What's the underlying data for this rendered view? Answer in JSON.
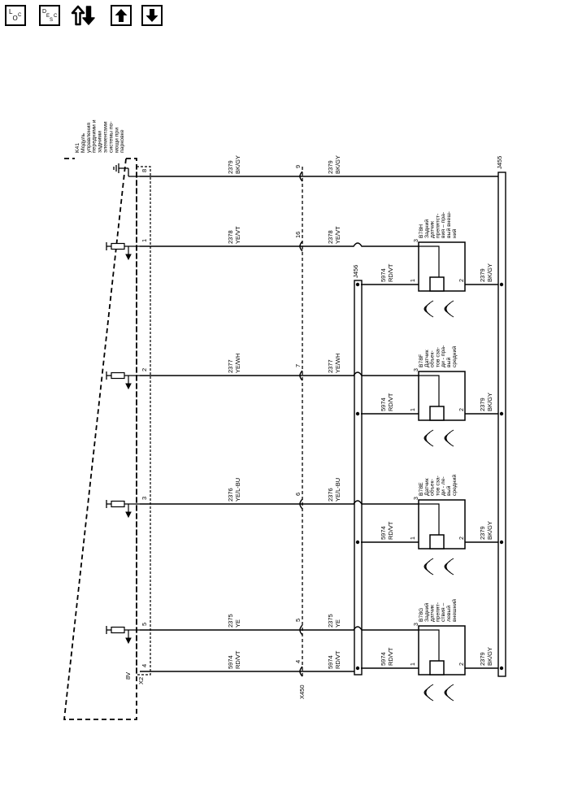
{
  "toolbar": {
    "buttons": [
      {
        "name": "location-button",
        "icon": "loc-icon",
        "glyphs": [
          "L",
          "O",
          "C"
        ]
      },
      {
        "name": "description-button",
        "icon": "desc-icon",
        "glyphs": [
          "D",
          "E",
          "S",
          "C"
        ]
      },
      {
        "name": "connector-button",
        "icon": "connector-up-down-icon"
      },
      {
        "name": "page-up-button",
        "icon": "arrow-up-icon"
      },
      {
        "name": "page-down-button",
        "icon": "arrow-down-icon"
      }
    ]
  },
  "module": {
    "lines": [
      "K41",
      "Модуль",
      "управления",
      "передними и",
      "задними",
      "элементами",
      "системы по-",
      "мощи при",
      "парковке"
    ],
    "connector": "X2",
    "voltage": "8V"
  },
  "inline_connector": {
    "name": "X450"
  },
  "splices": {
    "ground": "J455",
    "signal": "J456"
  },
  "circuits": [
    {
      "pin": "8",
      "wire": "2379",
      "color": "BK/GY",
      "inline_pin": "9"
    },
    {
      "pin": "1",
      "wire": "2378",
      "color": "YE/VT",
      "inline_pin": "16"
    },
    {
      "pin": "2",
      "wire": "2377",
      "color": "YE/WH",
      "inline_pin": "7"
    },
    {
      "pin": "3",
      "wire": "2376",
      "color": "YE/L-BU",
      "inline_pin": "6"
    },
    {
      "pin": "5",
      "wire": "2375",
      "color": "YE",
      "inline_pin": "5"
    },
    {
      "pin": "4",
      "wire": "5974",
      "color": "RD/VT",
      "inline_pin": "4"
    }
  ],
  "sensors": [
    {
      "lines": [
        "B78H",
        "Задний",
        "датчик",
        "препятст-",
        "вия – пра-",
        "вый внеш-",
        "ний"
      ]
    },
    {
      "lines": [
        "B78F",
        "Датчик",
        "объек-",
        "тов сза-",
        "ди - пра-",
        "вый",
        "средний"
      ]
    },
    {
      "lines": [
        "B78E",
        "Датчик",
        "объек-",
        "тов сза-",
        "ди - ле-",
        "вый",
        "средний"
      ]
    },
    {
      "lines": [
        "B78G",
        "Задний",
        "датчик",
        "препят-",
        "ствия –",
        "левый",
        "внешний"
      ]
    }
  ],
  "sensor_pins": {
    "signal": "3",
    "power": "1",
    "ground": "2"
  },
  "power_wire": {
    "wire": "5974",
    "color": "RD/VT"
  },
  "ground_wire": {
    "wire": "2379",
    "color": "BK/GY"
  }
}
